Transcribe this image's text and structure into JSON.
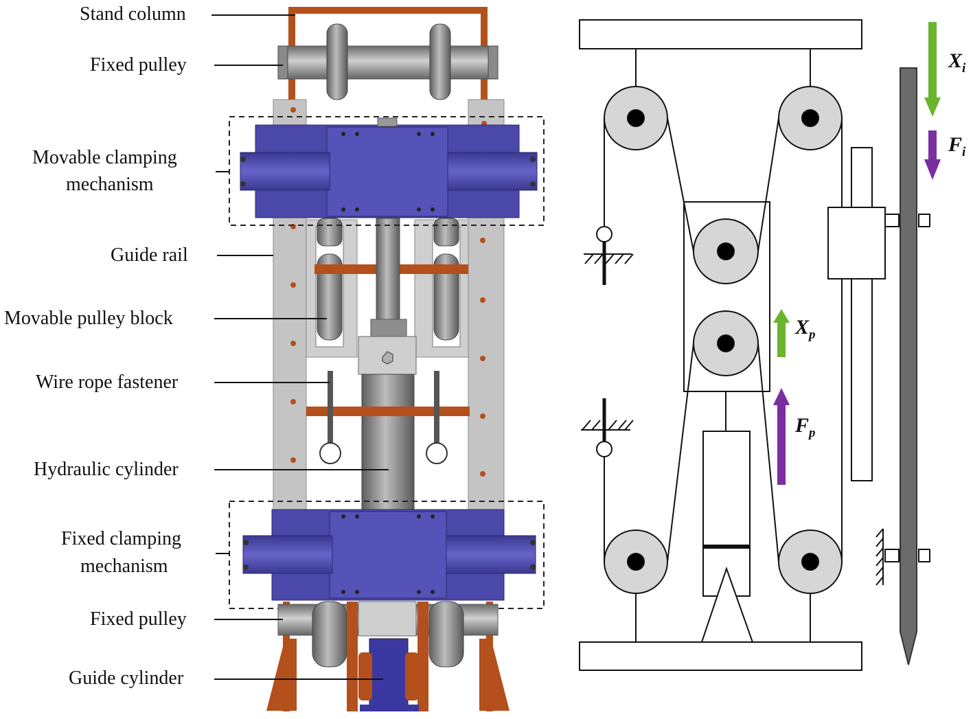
{
  "labels": {
    "stand_column": "Stand column",
    "fixed_pulley_top": "Fixed pulley",
    "movable_clamping_line1": "Movable clamping",
    "movable_clamping_line2": "mechanism",
    "guide_rail": "Guide rail",
    "movable_pulley_block": "Movable pulley block",
    "wire_rope_fastener": "Wire rope fastener",
    "hydraulic_cylinder": "Hydraulic cylinder",
    "fixed_clamping_line1": "Fixed clamping",
    "fixed_clamping_line2": "mechanism",
    "fixed_pulley_bottom": "Fixed pulley",
    "guide_cylinder": "Guide cylinder"
  },
  "symbols": {
    "xi": {
      "base": "X",
      "sub": "i"
    },
    "fi": {
      "base": "F",
      "sub": "i"
    },
    "xp": {
      "base": "X",
      "sub": "p"
    },
    "fp": {
      "base": "F",
      "sub": "p"
    }
  },
  "colors": {
    "frame": "#b4501c",
    "clamp_blue": "#4a48a8",
    "rail_gray": "#c2c2c2",
    "steel": "#8e8e8e",
    "pulley_fill": "#d6d6d6",
    "pile": "#6b6b6b",
    "arrow_green": "#6ab42e",
    "arrow_purple": "#7a2ea0"
  }
}
